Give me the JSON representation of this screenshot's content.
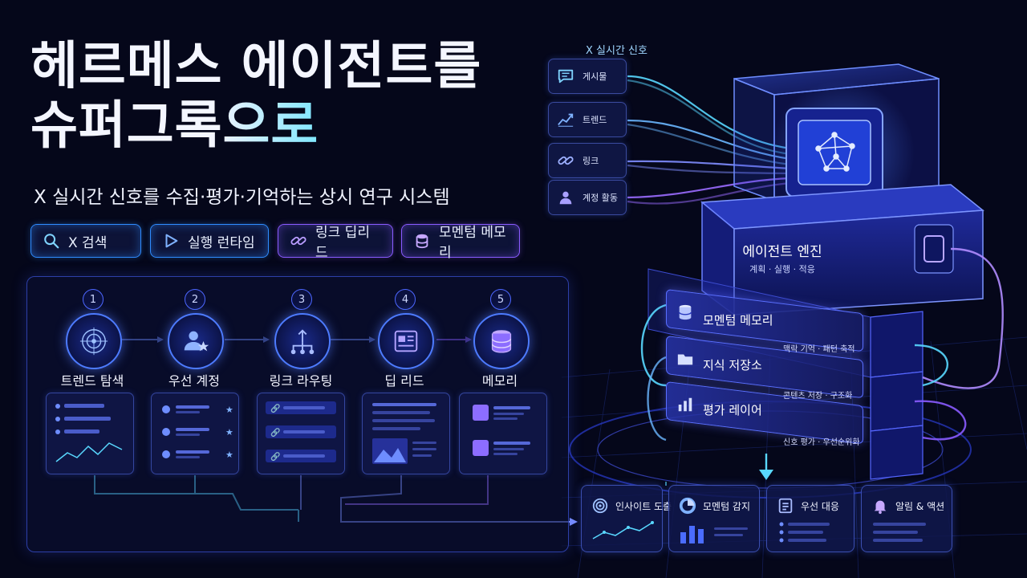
{
  "header": {
    "title_line1": "헤르메스 에이전트를",
    "title_line2_a": "슈퍼그록",
    "title_line2_b": "으로",
    "subtitle": "X 실시간 신호를 수집·평가·기억하는 상시 연구 시스템"
  },
  "tags": [
    {
      "label": "X 검색",
      "icon": "search-icon"
    },
    {
      "label": "실행 런타임",
      "icon": "play-icon"
    },
    {
      "label": "링크 딥리드",
      "icon": "link-icon"
    },
    {
      "label": "모멘텀 메모리",
      "icon": "database-icon"
    }
  ],
  "pipeline": {
    "steps": [
      {
        "num": "1",
        "label": "트렌드 탐색",
        "icon": "radar-icon"
      },
      {
        "num": "2",
        "label": "우선 계정",
        "icon": "user-star-icon"
      },
      {
        "num": "3",
        "label": "링크 라우팅",
        "icon": "routing-icon"
      },
      {
        "num": "4",
        "label": "딥 리드",
        "icon": "article-icon"
      },
      {
        "num": "5",
        "label": "메모리",
        "icon": "database-icon"
      }
    ]
  },
  "signals": {
    "title": "X 실시간 신호",
    "items": [
      {
        "label": "게시물",
        "icon": "message-icon"
      },
      {
        "label": "트렌드",
        "icon": "trend-icon"
      },
      {
        "label": "링크",
        "icon": "link-icon"
      },
      {
        "label": "계정 활동",
        "icon": "user-icon"
      }
    ]
  },
  "engine": {
    "title": "에이전트 엔진",
    "subtitle": "계획 · 실행 · 적응"
  },
  "layers": [
    {
      "label": "모멘텀 메모리",
      "sub": "맥락 기억 · 패턴 축적",
      "icon": "database-icon"
    },
    {
      "label": "지식 저장소",
      "sub": "콘텐츠 저장 · 구조화",
      "icon": "folder-icon"
    },
    {
      "label": "평가 레이어",
      "sub": "신호 평가 · 우선순위화",
      "icon": "bar-chart-icon"
    }
  ],
  "outputs": [
    {
      "label": "인사이트 도출",
      "icon": "target-icon"
    },
    {
      "label": "모멘텀 감지",
      "icon": "pie-icon"
    },
    {
      "label": "우선 대응",
      "icon": "checklist-icon"
    },
    {
      "label": "알림 & 액션",
      "icon": "bell-icon"
    }
  ],
  "colors": {
    "background": "#05071a",
    "accent_blue": "#2f8cff",
    "accent_violet": "#8a5bff",
    "accent_cyan": "#59d8ff"
  }
}
